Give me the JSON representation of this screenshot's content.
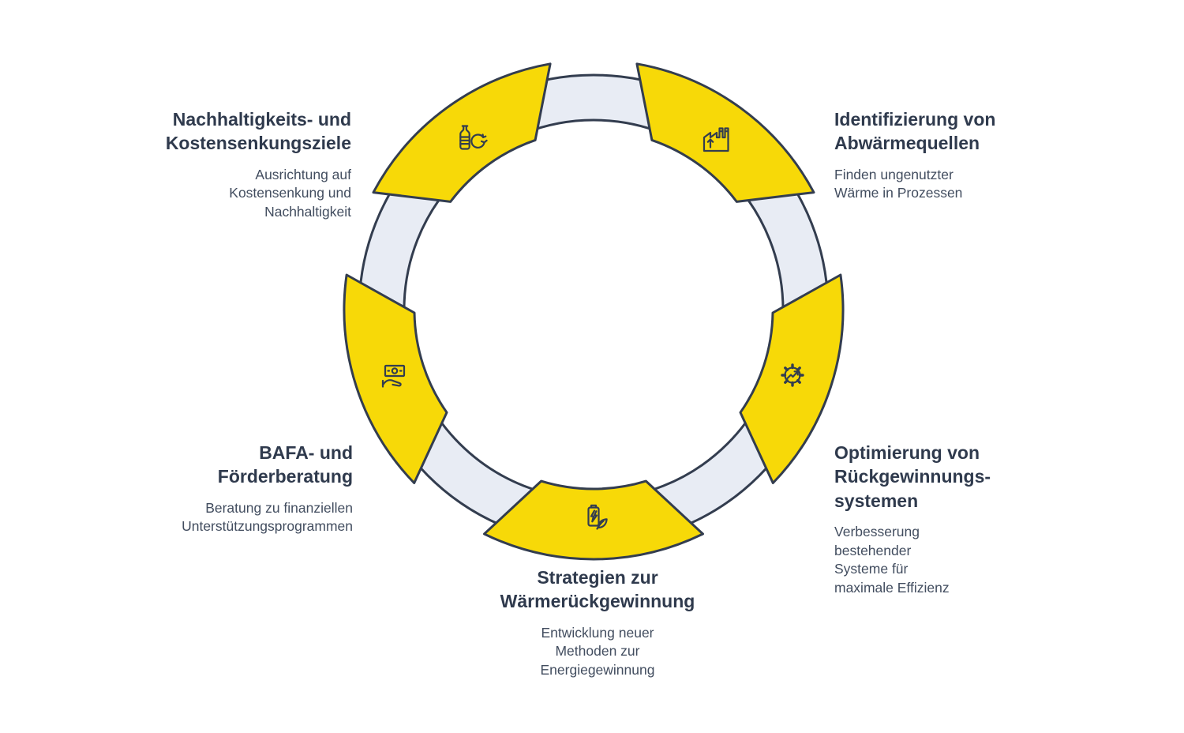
{
  "colors": {
    "yellow": "#F7D908",
    "ring": "#E8ECF4",
    "outline": "#333D4F",
    "title_text": "#2F3A4D",
    "body_text": "#424D5F",
    "background": "#FFFFFF"
  },
  "items": [
    {
      "id": "sustainability-goals",
      "icon": "recycling-bottle-icon",
      "title": "Nachhaltigkeits- und\nKostensenkungsziele",
      "description": "Ausrichtung auf\nKostensenkung und\nNachhaltigkeit"
    },
    {
      "id": "waste-heat-identification",
      "icon": "factory-arrow-icon",
      "title": "Identifizierung von\nAbwärmequellen",
      "description": "Finden ungenutzter\nWärme in Prozessen"
    },
    {
      "id": "recovery-system-optimization",
      "icon": "gear-chart-icon",
      "title": "Optimierung von\nRückgewinnungs-\nsystemen",
      "description": "Verbesserung\nbestehender\nSysteme für\nmaximale Effizienz"
    },
    {
      "id": "heat-recovery-strategies",
      "icon": "battery-leaf-icon",
      "title": "Strategien zur\nWärmerückgewinnung",
      "description": "Entwicklung neuer\nMethoden zur\nEnergiegewinnung"
    },
    {
      "id": "bafa-funding-consulting",
      "icon": "money-hand-icon",
      "title": "BAFA- und\nFörderberatung",
      "description": "Beratung zu finanziellen\nUnterstützungsprogrammen"
    }
  ]
}
